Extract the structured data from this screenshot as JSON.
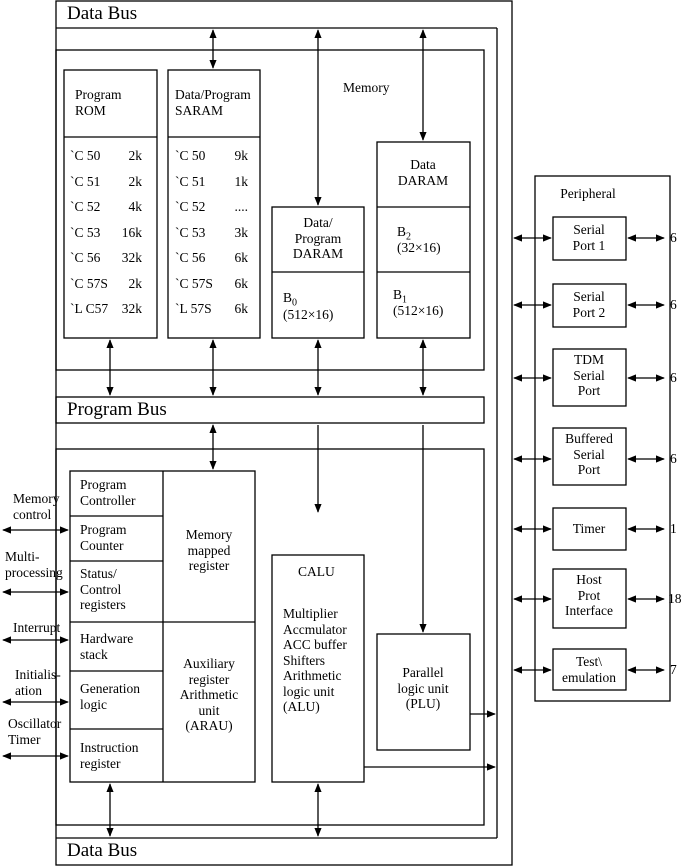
{
  "buses": {
    "data_bus_top": "Data Bus",
    "program_bus": "Program Bus",
    "data_bus_bottom": "Data Bus"
  },
  "memory": {
    "title": "Memory",
    "program_rom": {
      "title": "Program\nROM",
      "rows": [
        {
          "device": "`C 50",
          "size": "2k"
        },
        {
          "device": "`C 51",
          "size": "2k"
        },
        {
          "device": "`C 52",
          "size": "4k"
        },
        {
          "device": "`C 53",
          "size": "16k"
        },
        {
          "device": "`C 56",
          "size": "32k"
        },
        {
          "device": "`C 57S",
          "size": "2k"
        },
        {
          "device": "`L C57",
          "size": "32k"
        }
      ]
    },
    "saram": {
      "title": "Data/Program\nSARAM",
      "rows": [
        {
          "device": "`C 50",
          "size": "9k"
        },
        {
          "device": "`C 51",
          "size": "1k"
        },
        {
          "device": "`C 52",
          "size": "...."
        },
        {
          "device": "`C 53",
          "size": "3k"
        },
        {
          "device": "`C 56",
          "size": "6k"
        },
        {
          "device": "`C 57S",
          "size": "6k"
        },
        {
          "device": "`L 57S",
          "size": "6k"
        }
      ]
    },
    "dp_daram": {
      "title": "Data/\nProgram\nDARAM",
      "block": "B",
      "block_sub": "0",
      "block_size": "(512×16)"
    },
    "data_daram": {
      "title": "Data\nDARAM",
      "b2": "B",
      "b2_sub": "2",
      "b2_size": "(32×16)",
      "b1": "B",
      "b1_sub": "1",
      "b1_size": "(512×16)"
    }
  },
  "cpu": {
    "program_controller": "Program\nController",
    "program_counter": "Program\nCounter",
    "status_control": "Status/\nControl\nregisters",
    "hardware_stack": "Hardware\nstack",
    "generation_logic": "Generation\nlogic",
    "instruction_register": "Instruction\nregister",
    "memory_mapped_register": "Memory\nmapped\nregister",
    "arau": "Auxiliary\nregister\nArithmetic\nunit\n(ARAU)",
    "calu_title": "CALU",
    "calu_body": "Multiplier\nAccmulator\nACC buffer\nShifters\nArithmetic\nlogic unit\n(ALU)",
    "plu": "Parallel\nlogic unit\n(PLU)"
  },
  "external_signals": [
    "Memory\ncontrol",
    "Multi-\nprocessing",
    "Interrupt",
    "Initialis-\nation",
    "Oscillator\nTimer"
  ],
  "peripheral": {
    "title": "Peripheral",
    "items": [
      {
        "label": "Serial\nPort 1",
        "pins": "6"
      },
      {
        "label": "Serial\nPort 2",
        "pins": "6"
      },
      {
        "label": "TDM\nSerial\nPort",
        "pins": "6"
      },
      {
        "label": "Buffered\nSerial\nPort",
        "pins": "6"
      },
      {
        "label": "Timer",
        "pins": "1"
      },
      {
        "label": "Host\nProt\nInterface",
        "pins": "18"
      },
      {
        "label": "Test\\\nemulation",
        "pins": "7"
      }
    ]
  }
}
